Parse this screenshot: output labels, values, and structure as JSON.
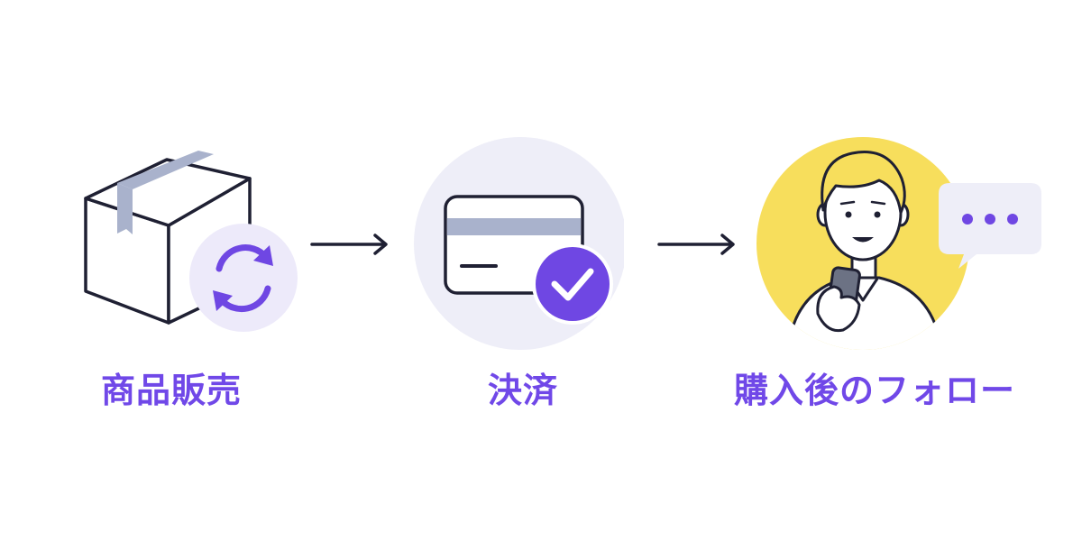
{
  "steps": [
    {
      "id": "sales",
      "label": "商品販売",
      "icon": "box-with-refresh-icon"
    },
    {
      "id": "payment",
      "label": "決済",
      "icon": "credit-card-check-icon"
    },
    {
      "id": "follow",
      "label": "購入後のフォロー",
      "icon": "person-with-phone-chat-icon"
    }
  ],
  "arrows": [
    "arrow-right-icon",
    "arrow-right-icon"
  ],
  "colors": {
    "label": "#7048E8",
    "accent_purple": "#6F47E3",
    "light_purple": "#EDEAFA",
    "light_circle": "#EEEEF8",
    "yellow": "#F7DE5C",
    "stroke": "#1F2033",
    "tape": "#A9B2CC",
    "bubble": "#EEEEF8"
  }
}
